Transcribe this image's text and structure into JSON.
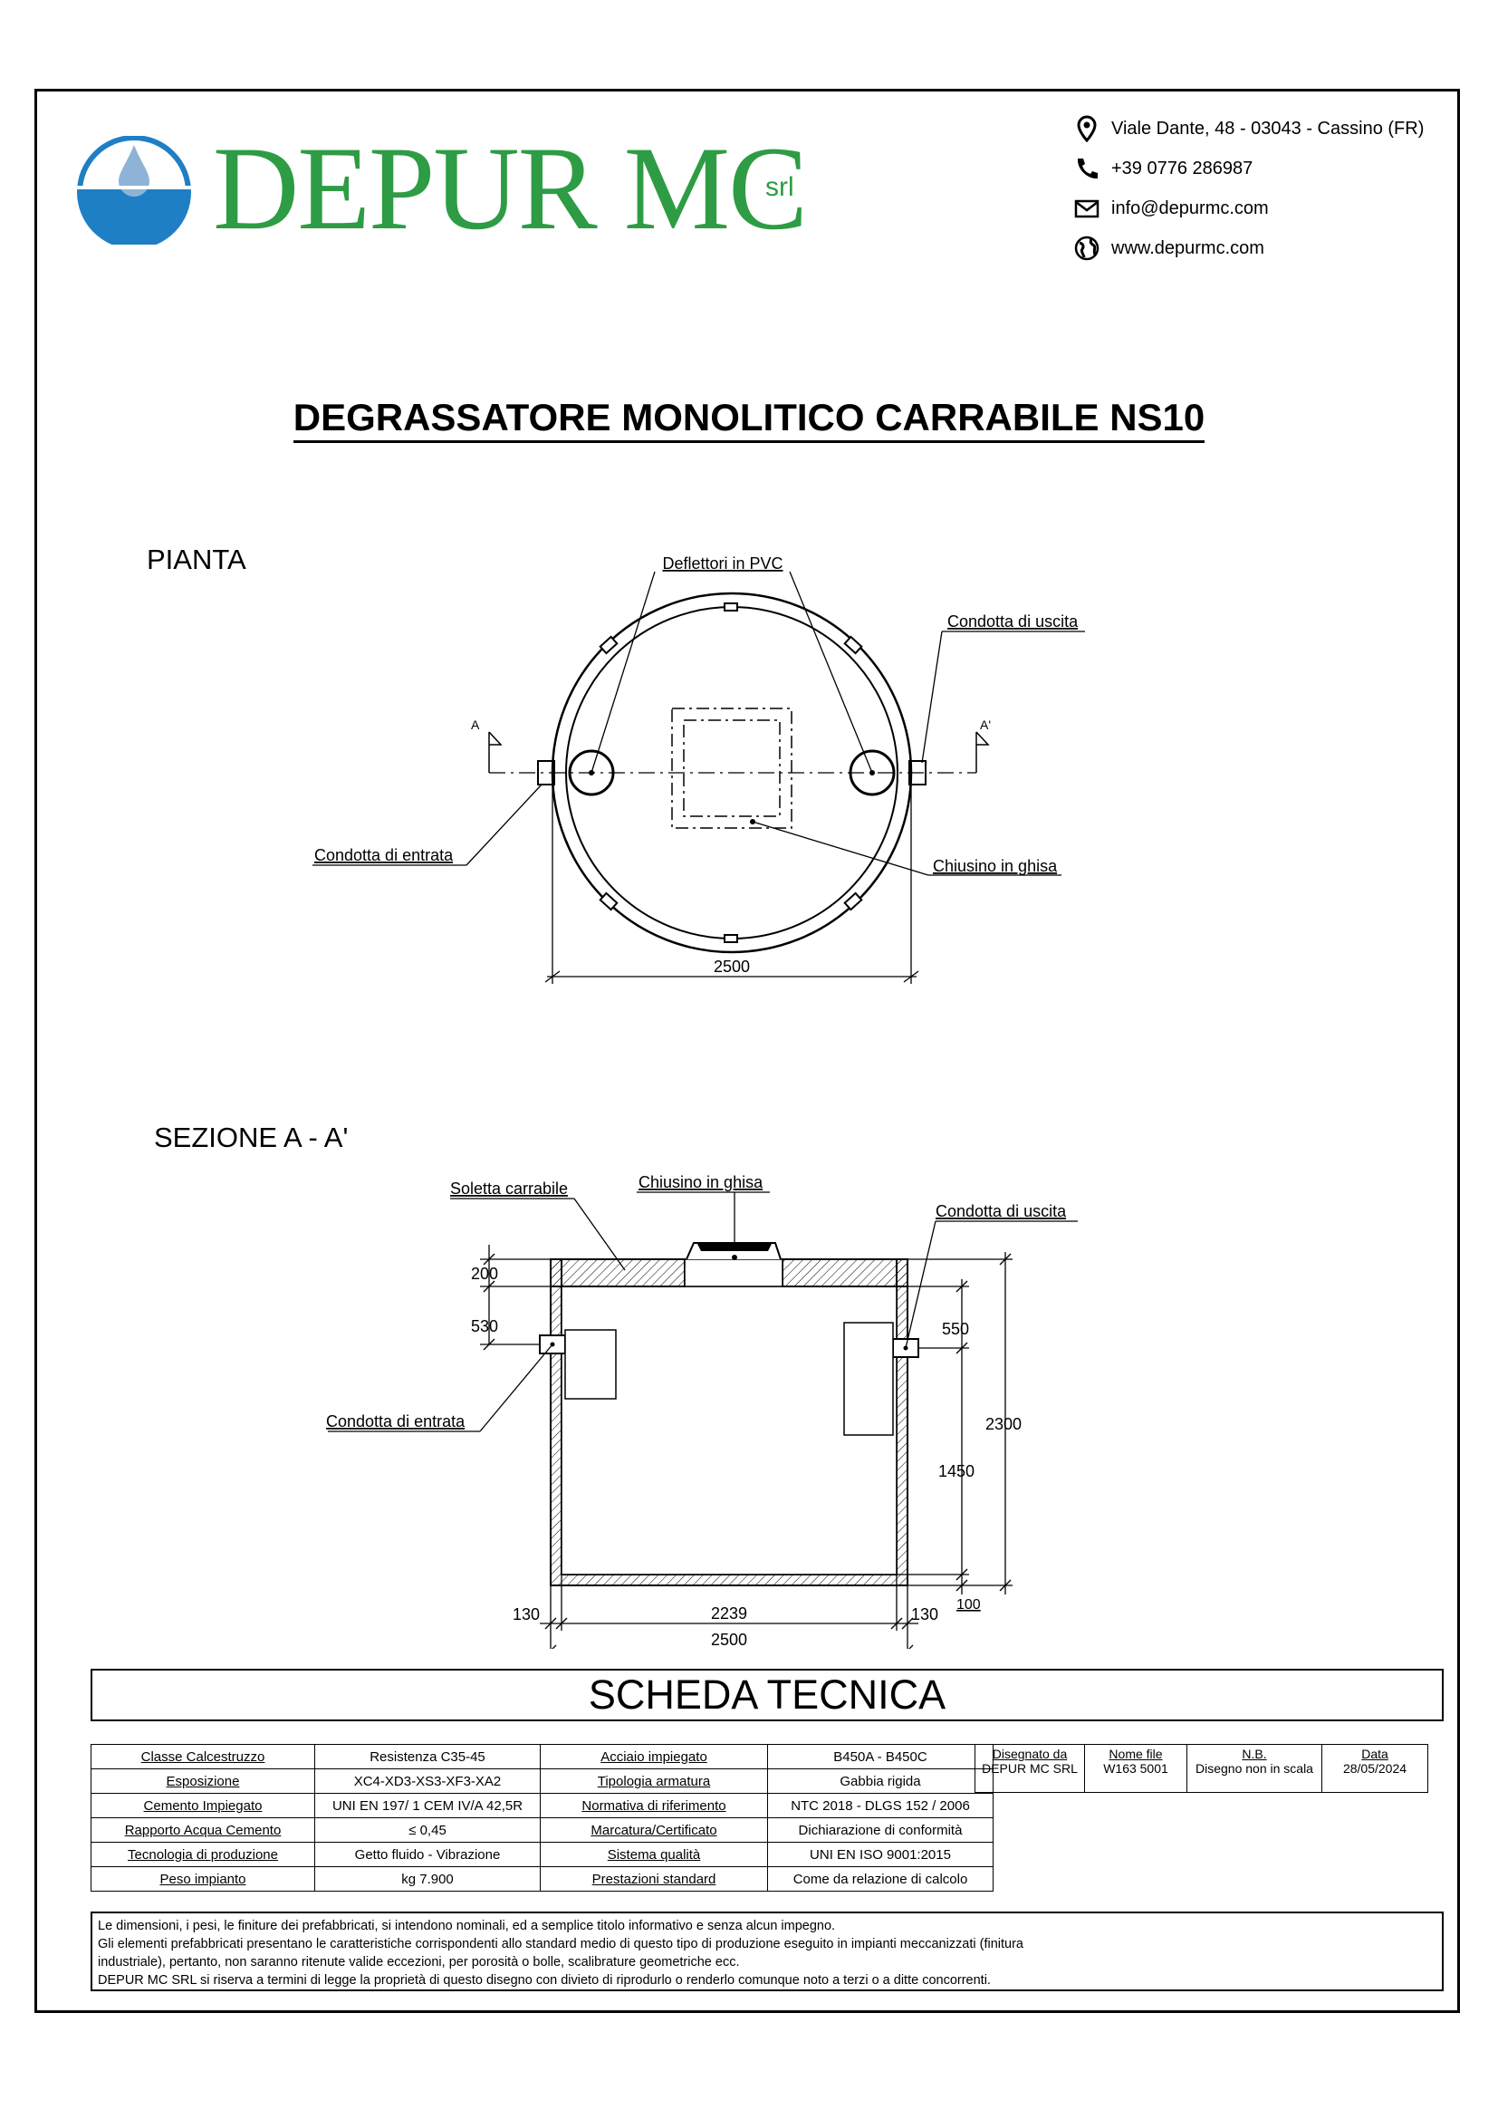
{
  "header": {
    "logo_text": "DEPUR MC",
    "logo_srl": "srl",
    "address": "Viale Dante, 48 - 03043 - Cassino (FR)",
    "phone": "+39 0776 286987",
    "email": "info@depurmc.com",
    "website": "www.depurmc.com",
    "brand_color": "#2e9c44",
    "drop_color": "#1f7fc4"
  },
  "title": "DEGRASSATORE MONOLITICO CARRABILE NS10",
  "plan": {
    "label": "PIANTA",
    "deflettori": "Deflettori in PVC",
    "uscita": "Condotta di uscita",
    "entrata": "Condotta di entrata",
    "chiusino": "Chiusino in ghisa",
    "dim_width": "2500",
    "cut_a": "A",
    "cut_a2": "A'"
  },
  "section": {
    "label": "SEZIONE  A - A'",
    "soletta": "Soletta carrabile",
    "chiusino": "Chiusino in ghisa",
    "uscita": "Condotta di uscita",
    "entrata": "Condotta di entrata",
    "d200": "200",
    "d530": "530",
    "d550": "550",
    "d2300": "2300",
    "d1450": "1450",
    "d130_left": "130",
    "d2239": "2239",
    "d130_right": "130",
    "d100": "100",
    "d2500": "2500"
  },
  "scheda_title": "SCHEDA TECNICA",
  "spec_rows": [
    {
      "k1": "Classe Calcestruzzo",
      "v1": "Resistenza C35-45",
      "k2": "Acciaio impiegato",
      "v2": "B450A - B450C"
    },
    {
      "k1": "Esposizione",
      "v1": "XC4-XD3-XS3-XF3-XA2",
      "k2": "Tipologia armatura",
      "v2": "Gabbia rigida"
    },
    {
      "k1": "Cemento Impiegato",
      "v1": "UNI EN 197/ 1 CEM IV/A 42,5R",
      "k2": "Normativa di riferimento",
      "v2": "NTC 2018 - DLGS 152 / 2006"
    },
    {
      "k1": "Rapporto Acqua Cemento",
      "v1": "≤ 0,45",
      "k2": "Marcatura/Certificato",
      "v2": "Dichiarazione di conformità"
    },
    {
      "k1": "Tecnologia di produzione",
      "v1": "Getto fluido - Vibrazione",
      "k2": "Sistema qualità",
      "v2": "UNI EN ISO 9001:2015"
    },
    {
      "k1": "Peso impianto",
      "v1": "kg 7.900",
      "k2": "Prestazioni standard",
      "v2": "Come da relazione di calcolo"
    }
  ],
  "meta": {
    "designed_h": "Disegnato da",
    "designed_v": "DEPUR MC SRL",
    "file_h": "Nome file",
    "file_v": "W163 5001",
    "nb_h": "N.B.",
    "nb_v": "Disegno non in scala",
    "date_h": "Data",
    "date_v": "28/05/2024"
  },
  "disclaimer": [
    "Le dimensioni, i pesi, le finiture dei prefabbricati, si intendono nominali, ed a semplice titolo informativo e senza alcun impegno.",
    "Gli elementi prefabbricati presentano le caratteristiche corrispondenti allo standard medio di questo tipo di produzione eseguito in impianti meccanizzati (finitura",
    "industriale), pertanto, non saranno ritenute valide eccezioni, per porosità o bolle, scalibrature geometriche ecc.",
    "DEPUR MC SRL si riserva a termini di legge la proprietà di questo disegno con divieto di riprodurlo o renderlo comunque noto a terzi o a ditte concorrenti."
  ]
}
